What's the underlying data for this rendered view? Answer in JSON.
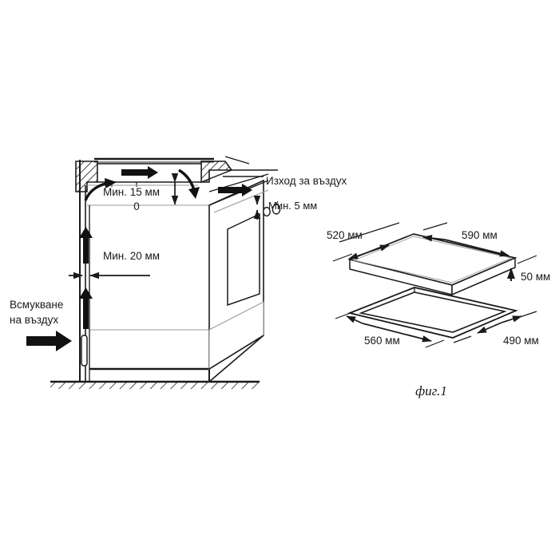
{
  "figure": {
    "caption": "фиг.1",
    "background_color": "#ffffff",
    "line_color": "#1a1a1a",
    "arrow_color": "#111111"
  },
  "left_diagram": {
    "name": "oven-installation-cross-section",
    "labels": {
      "top_gap": "Мин. 15 мм",
      "top_gap_zero": "0",
      "rear_gap": "Мин. 20 мм",
      "front_gap": "Мин. 5 мм",
      "air_outlet": "Изход за въздух",
      "air_intake_line1": "Всмукване",
      "air_intake_line2": "на въздух"
    }
  },
  "right_diagram": {
    "name": "hob-dimensions",
    "hob": {
      "depth": "520 мм",
      "width": "590 мм",
      "thickness": "50 мм"
    },
    "cutout": {
      "width": "560 мм",
      "depth": "490 мм"
    }
  },
  "chart_data": {
    "type": "diagram",
    "title": "фиг.1",
    "subject": "Built-in oven and hob installation clearances",
    "annotations": [
      {
        "label": "Мин. 15 мм",
        "meaning": "minimum top clearance",
        "value": 15,
        "unit": "мм"
      },
      {
        "label": "0",
        "meaning": "reference zero line",
        "value": 0,
        "unit": "мм"
      },
      {
        "label": "Мин. 20 мм",
        "meaning": "minimum rear clearance",
        "value": 20,
        "unit": "мм"
      },
      {
        "label": "Мин. 5 мм",
        "meaning": "minimum front clearance",
        "value": 5,
        "unit": "мм"
      },
      {
        "label": "Изход за въздух",
        "meaning": "air outlet"
      },
      {
        "label": "Всмукване на въздух",
        "meaning": "air intake"
      },
      {
        "label": "520 мм",
        "meaning": "hob depth",
        "value": 520,
        "unit": "мм"
      },
      {
        "label": "590 мм",
        "meaning": "hob width",
        "value": 590,
        "unit": "мм"
      },
      {
        "label": "50 мм",
        "meaning": "hob thickness",
        "value": 50,
        "unit": "мм"
      },
      {
        "label": "560 мм",
        "meaning": "cutout width",
        "value": 560,
        "unit": "мм"
      },
      {
        "label": "490 мм",
        "meaning": "cutout depth",
        "value": 490,
        "unit": "мм"
      }
    ]
  }
}
